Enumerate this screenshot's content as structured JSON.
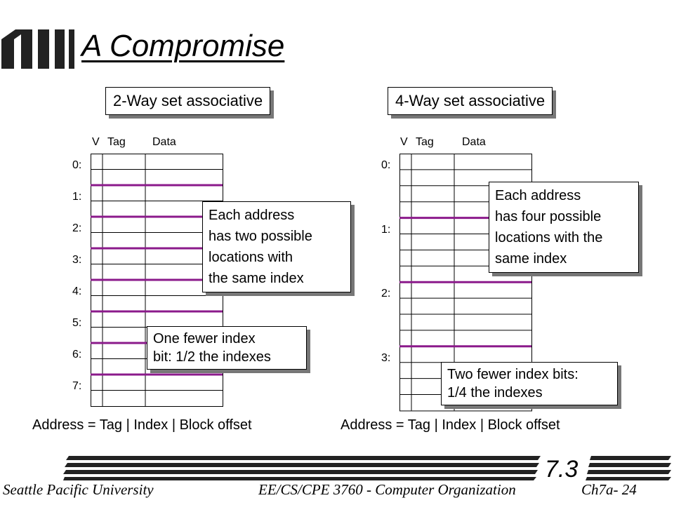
{
  "title": "A Compromise",
  "left": {
    "label": "2-Way set associative",
    "col_v": "V",
    "col_tag": "Tag",
    "col_data": "Data",
    "rows": [
      "0:",
      "1:",
      "2:",
      "3:",
      "4:",
      "5:",
      "6:",
      "7:"
    ],
    "callout_top": [
      "Each address",
      "has two possible",
      "locations with",
      "the same index"
    ],
    "callout_bottom": [
      "One fewer index",
      "bit: 1/2 the indexes"
    ],
    "address": "Address = Tag | Index | Block offset"
  },
  "right": {
    "label": "4-Way set associative",
    "col_v": "V",
    "col_tag": "Tag",
    "col_data": "Data",
    "rows": [
      "0:",
      "1:",
      "2:",
      "3:"
    ],
    "callout_top": [
      "Each address",
      "has four possible",
      "locations with the",
      "same index"
    ],
    "callout_bottom": [
      "Two fewer index bits:",
      "1/4 the indexes"
    ],
    "address": "Address = Tag | Index | Block offset"
  },
  "footer": {
    "section": "7.3",
    "university": "Seattle Pacific University",
    "course": "EE/CS/CPE 3760 - Computer Organization",
    "page": "Ch7a- 24"
  },
  "colors": {
    "set_divider": "#8B1A8B",
    "shadow": "#777777"
  }
}
